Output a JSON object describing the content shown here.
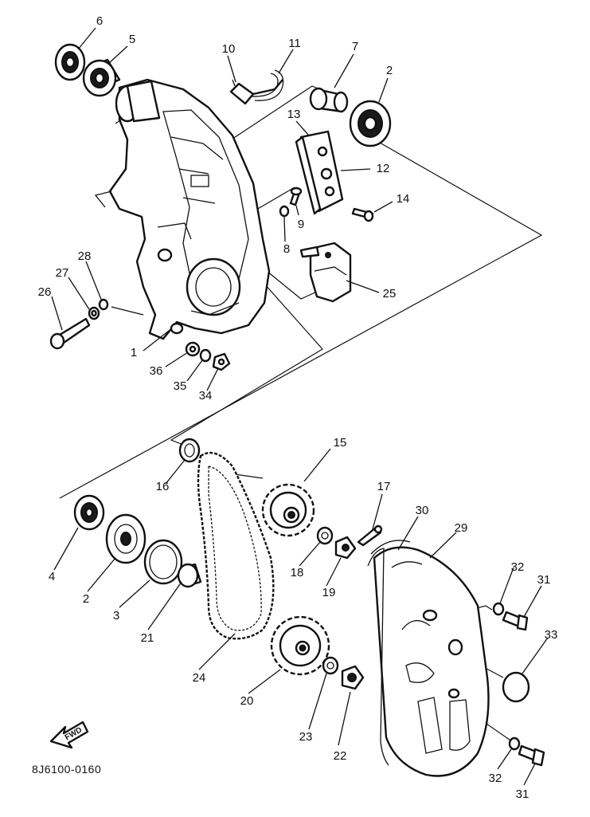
{
  "diagram_code": "8J6100-0160",
  "direction_label": "FWD",
  "callouts": [
    "1",
    "2",
    "3",
    "4",
    "5",
    "6",
    "7",
    "8",
    "9",
    "10",
    "11",
    "12",
    "13",
    "14",
    "15",
    "16",
    "17",
    "18",
    "19",
    "20",
    "21",
    "22",
    "23",
    "24",
    "25",
    "26",
    "27",
    "28",
    "29",
    "30",
    "31",
    "32",
    "33",
    "34",
    "35",
    "36"
  ],
  "colors": {
    "ink": "#111111",
    "paper": "#ffffff"
  },
  "icons": [
    "fwd-arrow-icon"
  ]
}
